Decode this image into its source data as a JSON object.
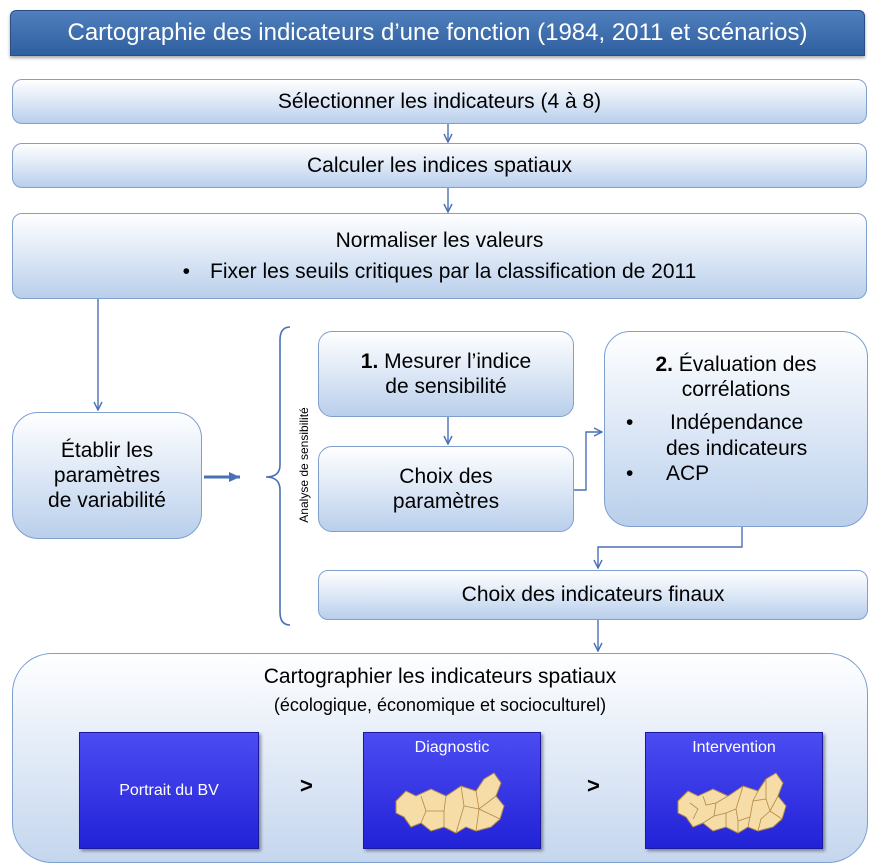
{
  "header": {
    "title": "Cartographie des indicateurs d’une fonction (1984, 2011 et scénarios)"
  },
  "steps": {
    "select": "Sélectionner les indicateurs (4 à 8)",
    "calculate": "Calculer les indices spatiaux",
    "normalize": {
      "line1": "Normaliser les valeurs",
      "bullet": "•",
      "line2": "Fixer les seuils critiques par la classification de 2011"
    },
    "variability": {
      "l1": "Établir les",
      "l2": "paramètres",
      "l3": "de variabilité"
    },
    "sensitivity_label": "Analyse de sensibilité",
    "measure": {
      "num": "1.",
      "l1": "Mesurer l’indice",
      "l2": "de sensibilité"
    },
    "params": {
      "l1": "Choix des",
      "l2": "paramètres"
    },
    "correlations": {
      "num": "2.",
      "l1": "Évaluation des",
      "l2": "corrélations",
      "bullet": "•",
      "b1a": "Indépendance",
      "b1b": "des indicateurs",
      "b2": "ACP"
    },
    "final": "Choix des indicateurs finaux",
    "map": {
      "l1": "Cartographier les indicateurs spatiaux",
      "l2": "(écologique, économique et socioculturel)"
    }
  },
  "tiles": {
    "portrait": "Portrait du BV",
    "diagnostic": "Diagnostic",
    "intervention": "Intervention",
    "separator": ">"
  },
  "colors": {
    "title_bg": "#3f6fae",
    "box_border": "#7f9fcf",
    "arrow": "#4a6fb8",
    "tile_bg": "#3333e6",
    "map_fill": "#f6dca6"
  }
}
